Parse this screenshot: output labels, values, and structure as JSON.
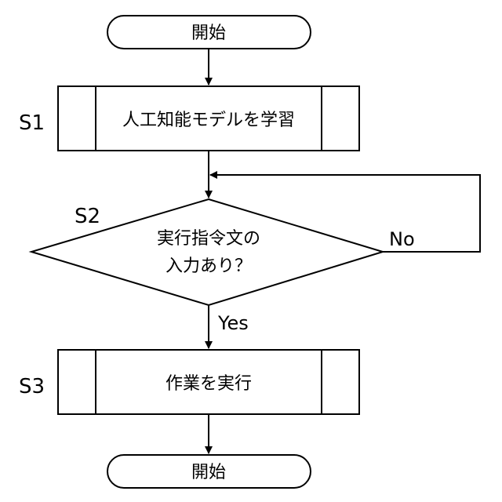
{
  "start": {
    "label": "開始"
  },
  "steps": [
    {
      "id": "S1",
      "label": "人工知能モデルを学習"
    },
    {
      "id": "S3",
      "label": "作業を実行"
    }
  ],
  "decision": {
    "id": "S2",
    "label_line1": "実行指令文の",
    "label_line2": "入力あり？",
    "yes_label": "Yes",
    "no_label": "No"
  },
  "end": {
    "label": "開始"
  }
}
